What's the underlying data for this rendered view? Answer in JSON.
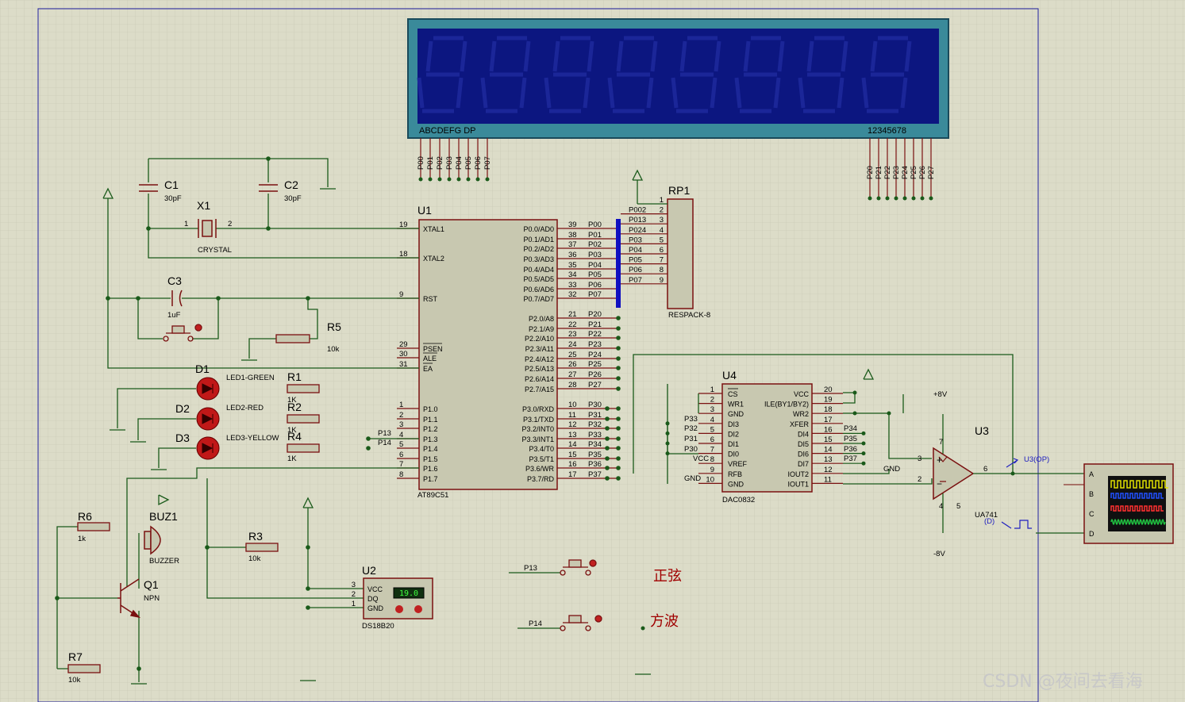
{
  "display": {
    "segment_labels": "ABCDEFG DP",
    "digit_labels": "12345678",
    "top_pins": [
      "P00",
      "P01",
      "P02",
      "P03",
      "P04",
      "P05",
      "P06",
      "P07"
    ],
    "right_pins": [
      "P20",
      "P21",
      "P22",
      "P23",
      "P24",
      "P25",
      "P26",
      "P27"
    ]
  },
  "mcu": {
    "ref": "U1",
    "part": "AT89C51",
    "left_pins": [
      {
        "num": "19",
        "name": "XTAL1"
      },
      {
        "num": "18",
        "name": "XTAL2"
      },
      {
        "num": "9",
        "name": "RST"
      },
      {
        "num": "29",
        "name": "PSEN"
      },
      {
        "num": "30",
        "name": "ALE"
      },
      {
        "num": "31",
        "name": "EA"
      },
      {
        "num": "1",
        "name": "P1.0"
      },
      {
        "num": "2",
        "name": "P1.1"
      },
      {
        "num": "3",
        "name": "P1.2"
      },
      {
        "num": "4",
        "name": "P1.3"
      },
      {
        "num": "5",
        "name": "P1.4"
      },
      {
        "num": "6",
        "name": "P1.5"
      },
      {
        "num": "7",
        "name": "P1.6"
      },
      {
        "num": "8",
        "name": "P1.7"
      }
    ],
    "right_pins": [
      {
        "num": "39",
        "name": "P0.0/AD0",
        "net": "P00"
      },
      {
        "num": "38",
        "name": "P0.1/AD1",
        "net": "P01"
      },
      {
        "num": "37",
        "name": "P0.2/AD2",
        "net": "P02"
      },
      {
        "num": "36",
        "name": "P0.3/AD3",
        "net": "P03"
      },
      {
        "num": "35",
        "name": "P0.4/AD4",
        "net": "P04"
      },
      {
        "num": "34",
        "name": "P0.5/AD5",
        "net": "P05"
      },
      {
        "num": "33",
        "name": "P0.6/AD6",
        "net": "P06"
      },
      {
        "num": "32",
        "name": "P0.7/AD7",
        "net": "P07"
      },
      {
        "num": "21",
        "name": "P2.0/A8",
        "net": "P20"
      },
      {
        "num": "22",
        "name": "P2.1/A9",
        "net": "P21"
      },
      {
        "num": "23",
        "name": "P2.2/A10",
        "net": "P22"
      },
      {
        "num": "24",
        "name": "P2.3/A11",
        "net": "P23"
      },
      {
        "num": "25",
        "name": "P2.4/A12",
        "net": "P24"
      },
      {
        "num": "26",
        "name": "P2.5/A13",
        "net": "P25"
      },
      {
        "num": "27",
        "name": "P2.6/A14",
        "net": "P26"
      },
      {
        "num": "28",
        "name": "P2.7/A15",
        "net": "P27"
      },
      {
        "num": "10",
        "name": "P3.0/RXD",
        "net": "P30"
      },
      {
        "num": "11",
        "name": "P3.1/TXD",
        "net": "P31"
      },
      {
        "num": "12",
        "name": "P3.2/INT0",
        "net": "P32"
      },
      {
        "num": "13",
        "name": "P3.3/INT1",
        "net": "P33"
      },
      {
        "num": "14",
        "name": "P3.4/T0",
        "net": "P34"
      },
      {
        "num": "15",
        "name": "P3.5/T1",
        "net": "P35"
      },
      {
        "num": "16",
        "name": "P3.6/WR",
        "net": "P36"
      },
      {
        "num": "17",
        "name": "P3.7/RD",
        "net": "P37"
      }
    ],
    "p1_nets": [
      "P13",
      "P14"
    ]
  },
  "rp1": {
    "ref": "RP1",
    "part": "RESPACK-8",
    "pins": [
      "1",
      "2",
      "3",
      "4",
      "5",
      "6",
      "7",
      "8",
      "9"
    ],
    "nets": [
      "P002",
      "P013",
      "P024",
      "P03",
      "P04",
      "P05",
      "P06",
      "P07"
    ]
  },
  "parts": {
    "c1": {
      "ref": "C1",
      "val": "30pF"
    },
    "c2": {
      "ref": "C2",
      "val": "30pF"
    },
    "x1": {
      "ref": "X1",
      "val": "CRYSTAL",
      "p1": "1",
      "p2": "2"
    },
    "c3": {
      "ref": "C3",
      "val": "1uF"
    },
    "r5": {
      "ref": "R5",
      "val": "10k"
    },
    "d1": {
      "ref": "D1",
      "val": "LED1-GREEN"
    },
    "d2": {
      "ref": "D2",
      "val": "LED2-RED"
    },
    "d3": {
      "ref": "D3",
      "val": "LED3-YELLOW"
    },
    "r1": {
      "ref": "R1",
      "val": "1K"
    },
    "r2": {
      "ref": "R2",
      "val": "1K"
    },
    "r4": {
      "ref": "R4",
      "val": "1K"
    },
    "r6": {
      "ref": "R6",
      "val": "1k"
    },
    "r7": {
      "ref": "R7",
      "val": "10k"
    },
    "buz1": {
      "ref": "BUZ1",
      "val": "BUZZER"
    },
    "q1": {
      "ref": "Q1",
      "val": "NPN"
    },
    "r3": {
      "ref": "R3",
      "val": "10k"
    }
  },
  "u2": {
    "ref": "U2",
    "part": "DS18B20",
    "pins": [
      {
        "num": "3",
        "name": "VCC"
      },
      {
        "num": "2",
        "name": "DQ"
      },
      {
        "num": "1",
        "name": "GND"
      }
    ],
    "reading": "19.0"
  },
  "u4": {
    "ref": "U4",
    "part": "DAC0832",
    "left_pins": [
      {
        "num": "1",
        "name": "CS"
      },
      {
        "num": "2",
        "name": "WR1"
      },
      {
        "num": "3",
        "name": "GND"
      },
      {
        "num": "4",
        "name": "DI3"
      },
      {
        "num": "5",
        "name": "DI2"
      },
      {
        "num": "6",
        "name": "DI1"
      },
      {
        "num": "7",
        "name": "DI0"
      },
      {
        "num": "8",
        "name": "VREF"
      },
      {
        "num": "9",
        "name": "RFB"
      },
      {
        "num": "10",
        "name": "GND"
      }
    ],
    "right_pins": [
      {
        "num": "20",
        "name": "VCC"
      },
      {
        "num": "19",
        "name": "ILE(BY1/BY2)"
      },
      {
        "num": "18",
        "name": "WR2"
      },
      {
        "num": "17",
        "name": "XFER"
      },
      {
        "num": "16",
        "name": "DI4"
      },
      {
        "num": "15",
        "name": "DI5"
      },
      {
        "num": "14",
        "name": "DI6"
      },
      {
        "num": "13",
        "name": "DI7"
      },
      {
        "num": "12",
        "name": "IOUT2"
      },
      {
        "num": "11",
        "name": "IOUT1"
      }
    ],
    "left_nets": [
      "P33",
      "P32",
      "P31",
      "P30"
    ],
    "right_nets": [
      "P34",
      "P35",
      "P36",
      "P37"
    ],
    "vcc": "VCC",
    "gnd": "GND"
  },
  "u3": {
    "ref": "U3",
    "part": "UA741",
    "plus": "+8V",
    "minus": "-8V",
    "pin_in_plus": "3",
    "pin_in_minus": "2",
    "pin_out": "6",
    "pin_vp": "7",
    "pin_vn": "4",
    "pin_5": "5",
    "gnd": "GND",
    "probe": "U3(OP)",
    "probe2": "(D)"
  },
  "scope": {
    "channels": [
      "A",
      "B",
      "C",
      "D"
    ],
    "colors": [
      "#e0e000",
      "#2050ff",
      "#ff3030",
      "#20c040"
    ]
  },
  "switches": {
    "sine_net": "P13",
    "square_net": "P14",
    "sine_label": "正弦",
    "square_label": "方波"
  },
  "watermark": "CSDN @夜间去看海"
}
